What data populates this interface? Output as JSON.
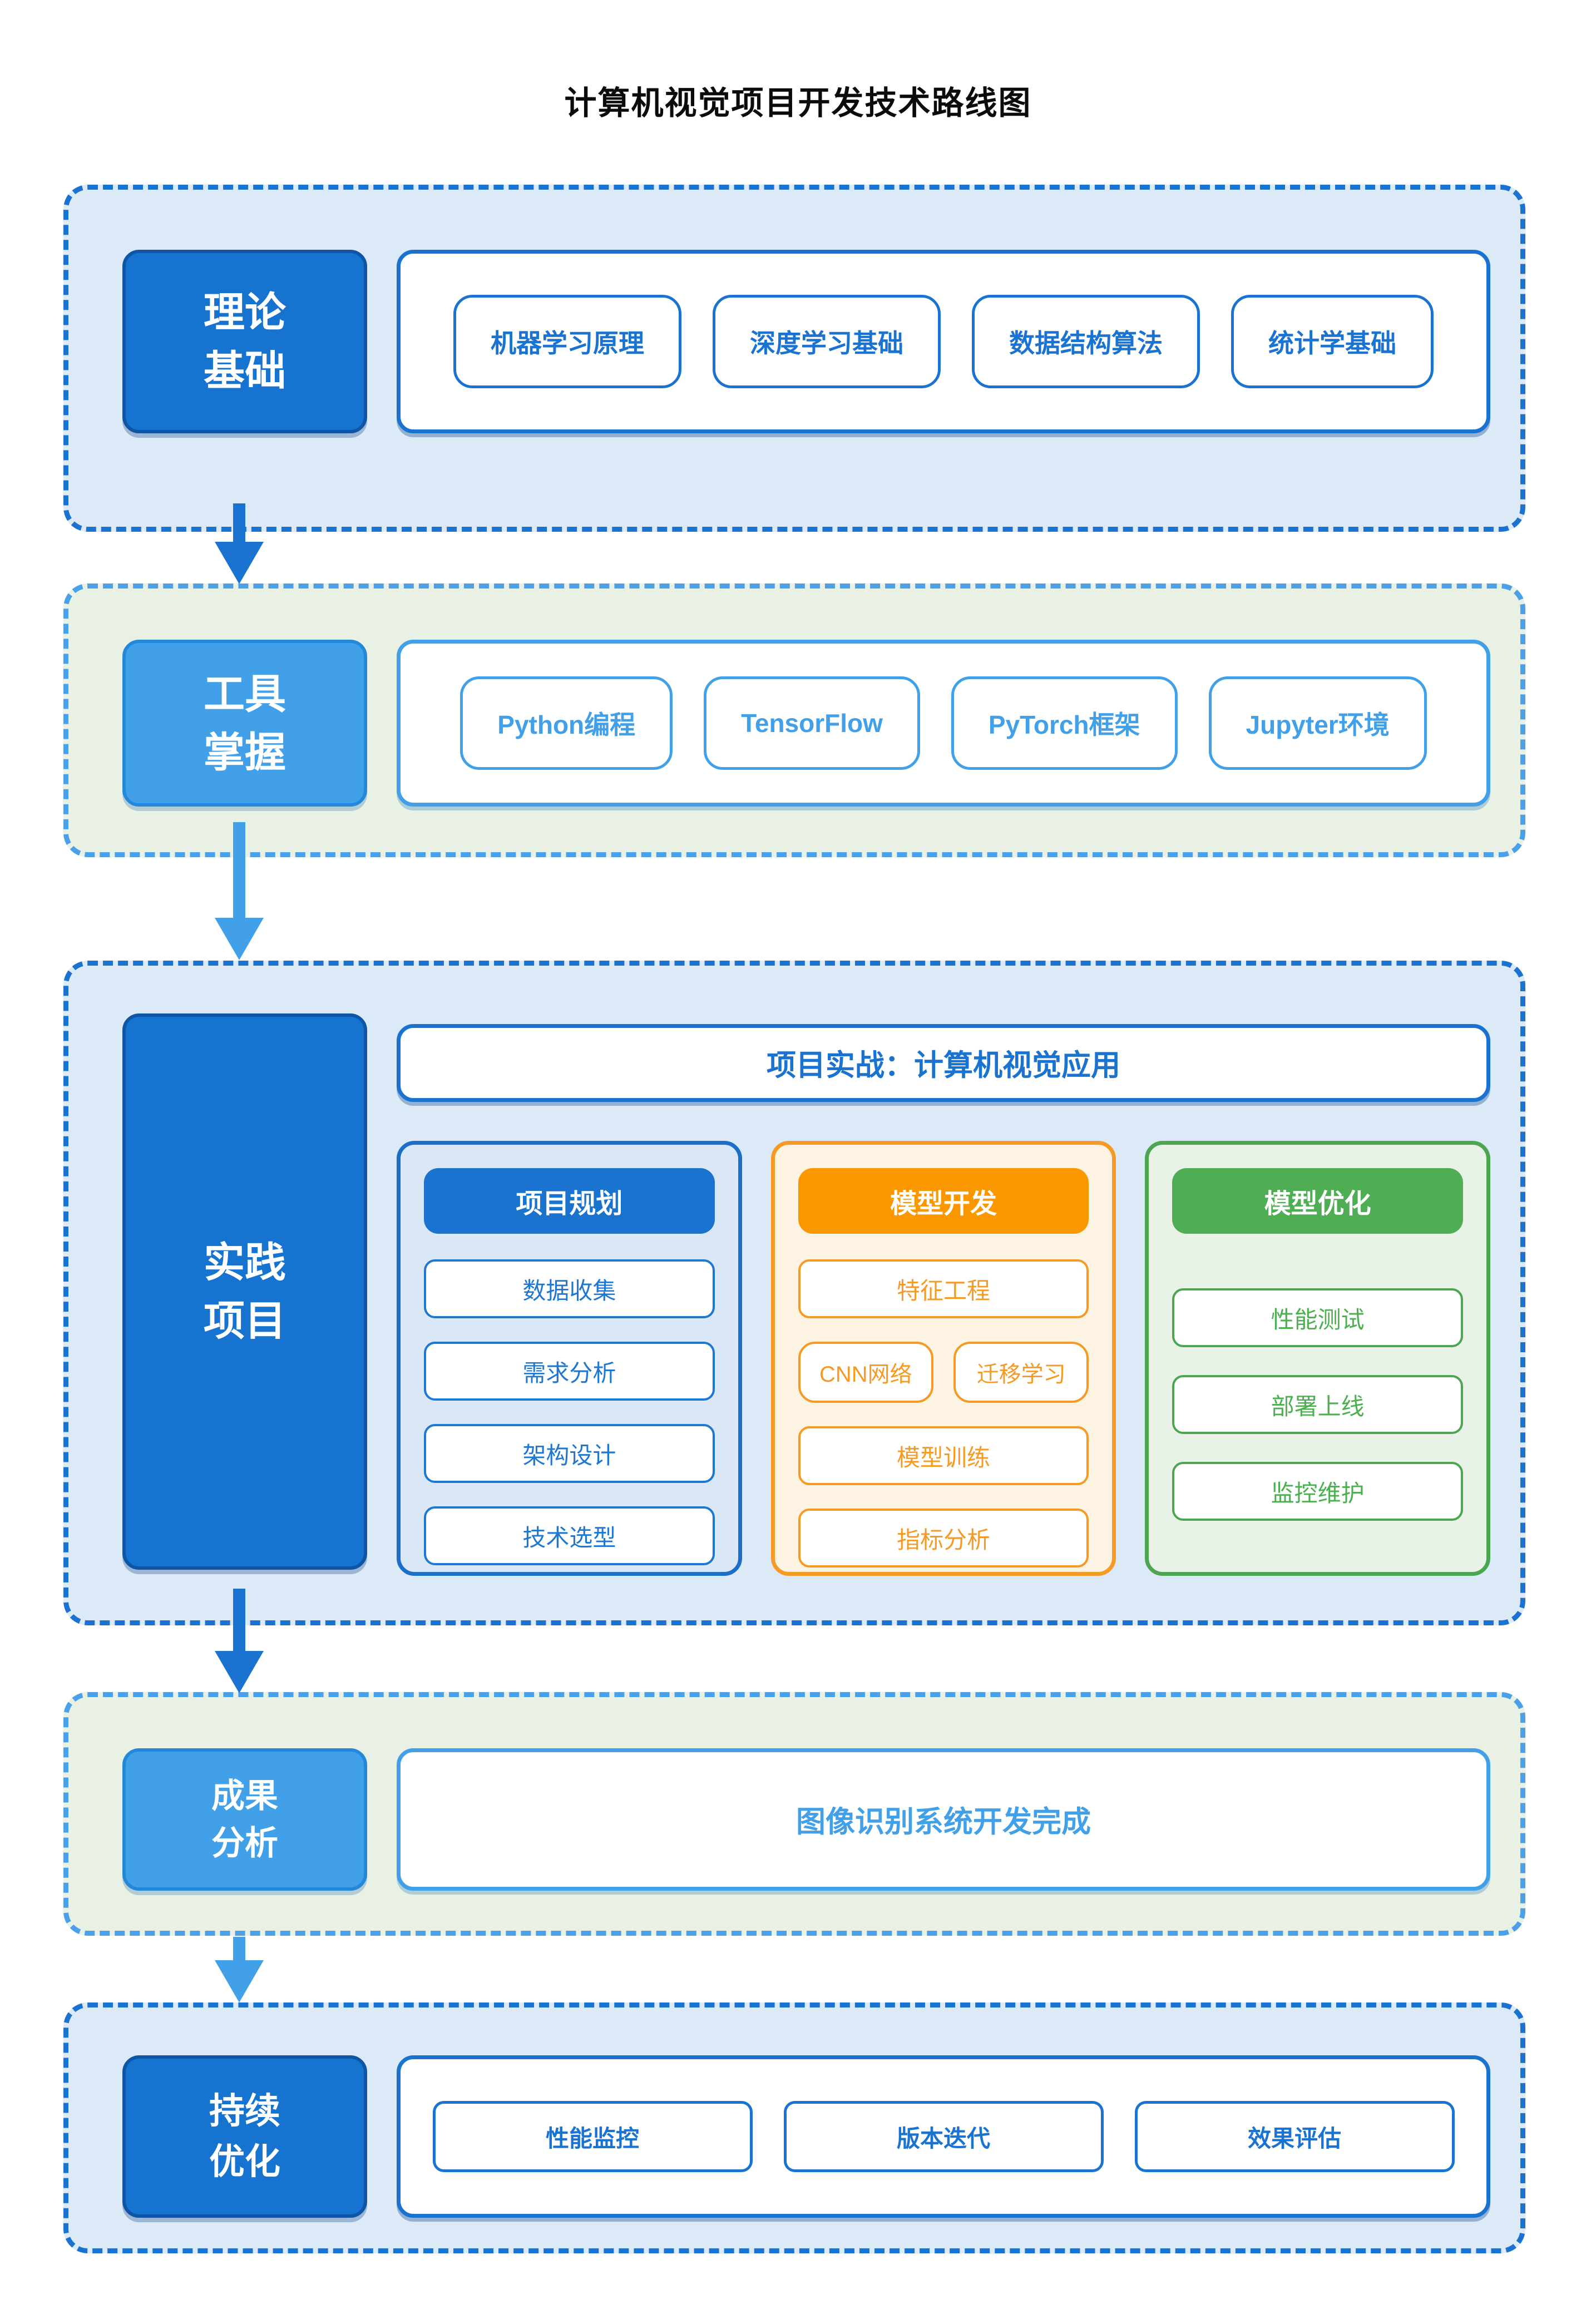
{
  "title": "计算机视觉项目开发技术路线图",
  "colors": {
    "dark_blue": "#1B73D1",
    "light_blue": "#42A0E9",
    "orange": "#FB9800",
    "orange_border": "#F59B25",
    "green": "#4FAE54",
    "bg_blue_tint": "#DCEAF8",
    "bg_green_tint": "#E8F1E4"
  },
  "s1": {
    "label_line1": "理论",
    "label_line2": "基础",
    "items": [
      "机器学习原理",
      "深度学习基础",
      "数据结构算法",
      "统计学基础"
    ]
  },
  "s2": {
    "label_line1": "工具",
    "label_line2": "掌握",
    "items": [
      "Python编程",
      "TensorFlow",
      "PyTorch框架",
      "Jupyter环境"
    ]
  },
  "s3": {
    "label_line1": "实践",
    "label_line2": "项目",
    "header": "项目实战：计算机视觉应用",
    "col1": {
      "title": "项目规划",
      "items": [
        "数据收集",
        "需求分析",
        "架构设计",
        "技术选型"
      ]
    },
    "col2": {
      "title": "模型开发",
      "item1": "特征工程",
      "item2a": "CNN网络",
      "item2b": "迁移学习",
      "item3": "模型训练",
      "item4": "指标分析"
    },
    "col3": {
      "title": "模型优化",
      "items": [
        "性能测试",
        "部署上线",
        "监控维护"
      ]
    }
  },
  "s4": {
    "label_line1": "成果",
    "label_line2": "分析",
    "result": "图像识别系统开发完成"
  },
  "s5": {
    "label_line1": "持续",
    "label_line2": "优化",
    "items": [
      "性能监控",
      "版本迭代",
      "效果评估"
    ]
  }
}
